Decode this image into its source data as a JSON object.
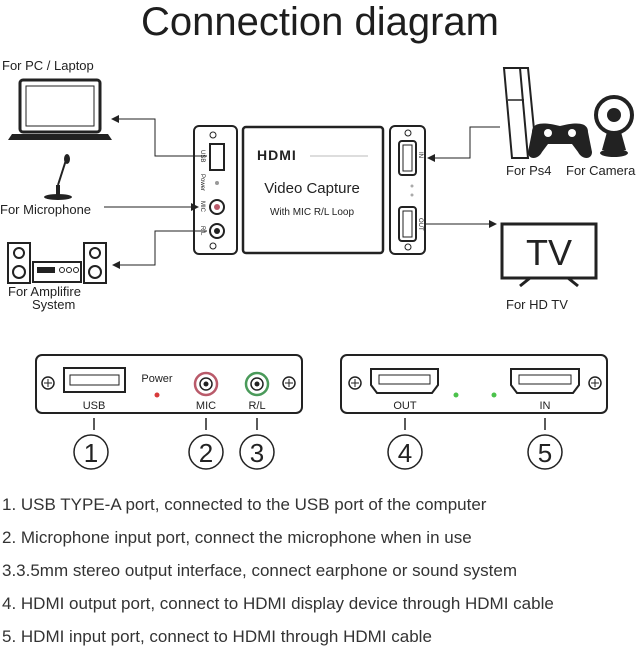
{
  "title": "Connection diagram",
  "devices": {
    "pc_label": "For PC / Laptop",
    "microphone_label": "For Microphone",
    "amplifier_label_line1": "For Amplifire",
    "amplifier_label_line2": "System",
    "ps4_label": "For Ps4",
    "camera_label": "For Camera",
    "tv_label": "For HD TV",
    "tv_screen_text": "TV"
  },
  "capture_box": {
    "brand": "HDMI",
    "name": "Video Capture",
    "subtitle": "With MIC R/L Loop",
    "left_side_labels": [
      "USB",
      "Power",
      "MIC",
      "R/L"
    ],
    "right_side_labels": [
      "IN",
      "OUT"
    ]
  },
  "panels": {
    "left": {
      "usb": "USB",
      "power": "Power",
      "mic": "MIC",
      "rl": "R/L"
    },
    "right": {
      "out": "OUT",
      "in": "IN"
    }
  },
  "callout_numbers": [
    "1",
    "2",
    "3",
    "4",
    "5"
  ],
  "descriptions": [
    "1. USB TYPE-A port, connected to the USB port of the computer",
    "2. Microphone input port, connect the microphone when in use",
    "3.3.5mm stereo output interface, connect earphone or sound system",
    "4. HDMI output port, connect to HDMI display device through HDMI cable",
    "5. HDMI input port, connect to HDMI through HDMI cable"
  ],
  "colors": {
    "power_led": "#d83a3a",
    "status_led": "#4bc24b",
    "mic_jack": "#b95a6a",
    "rl_jack": "#4a9a5a",
    "line": "#222222"
  }
}
